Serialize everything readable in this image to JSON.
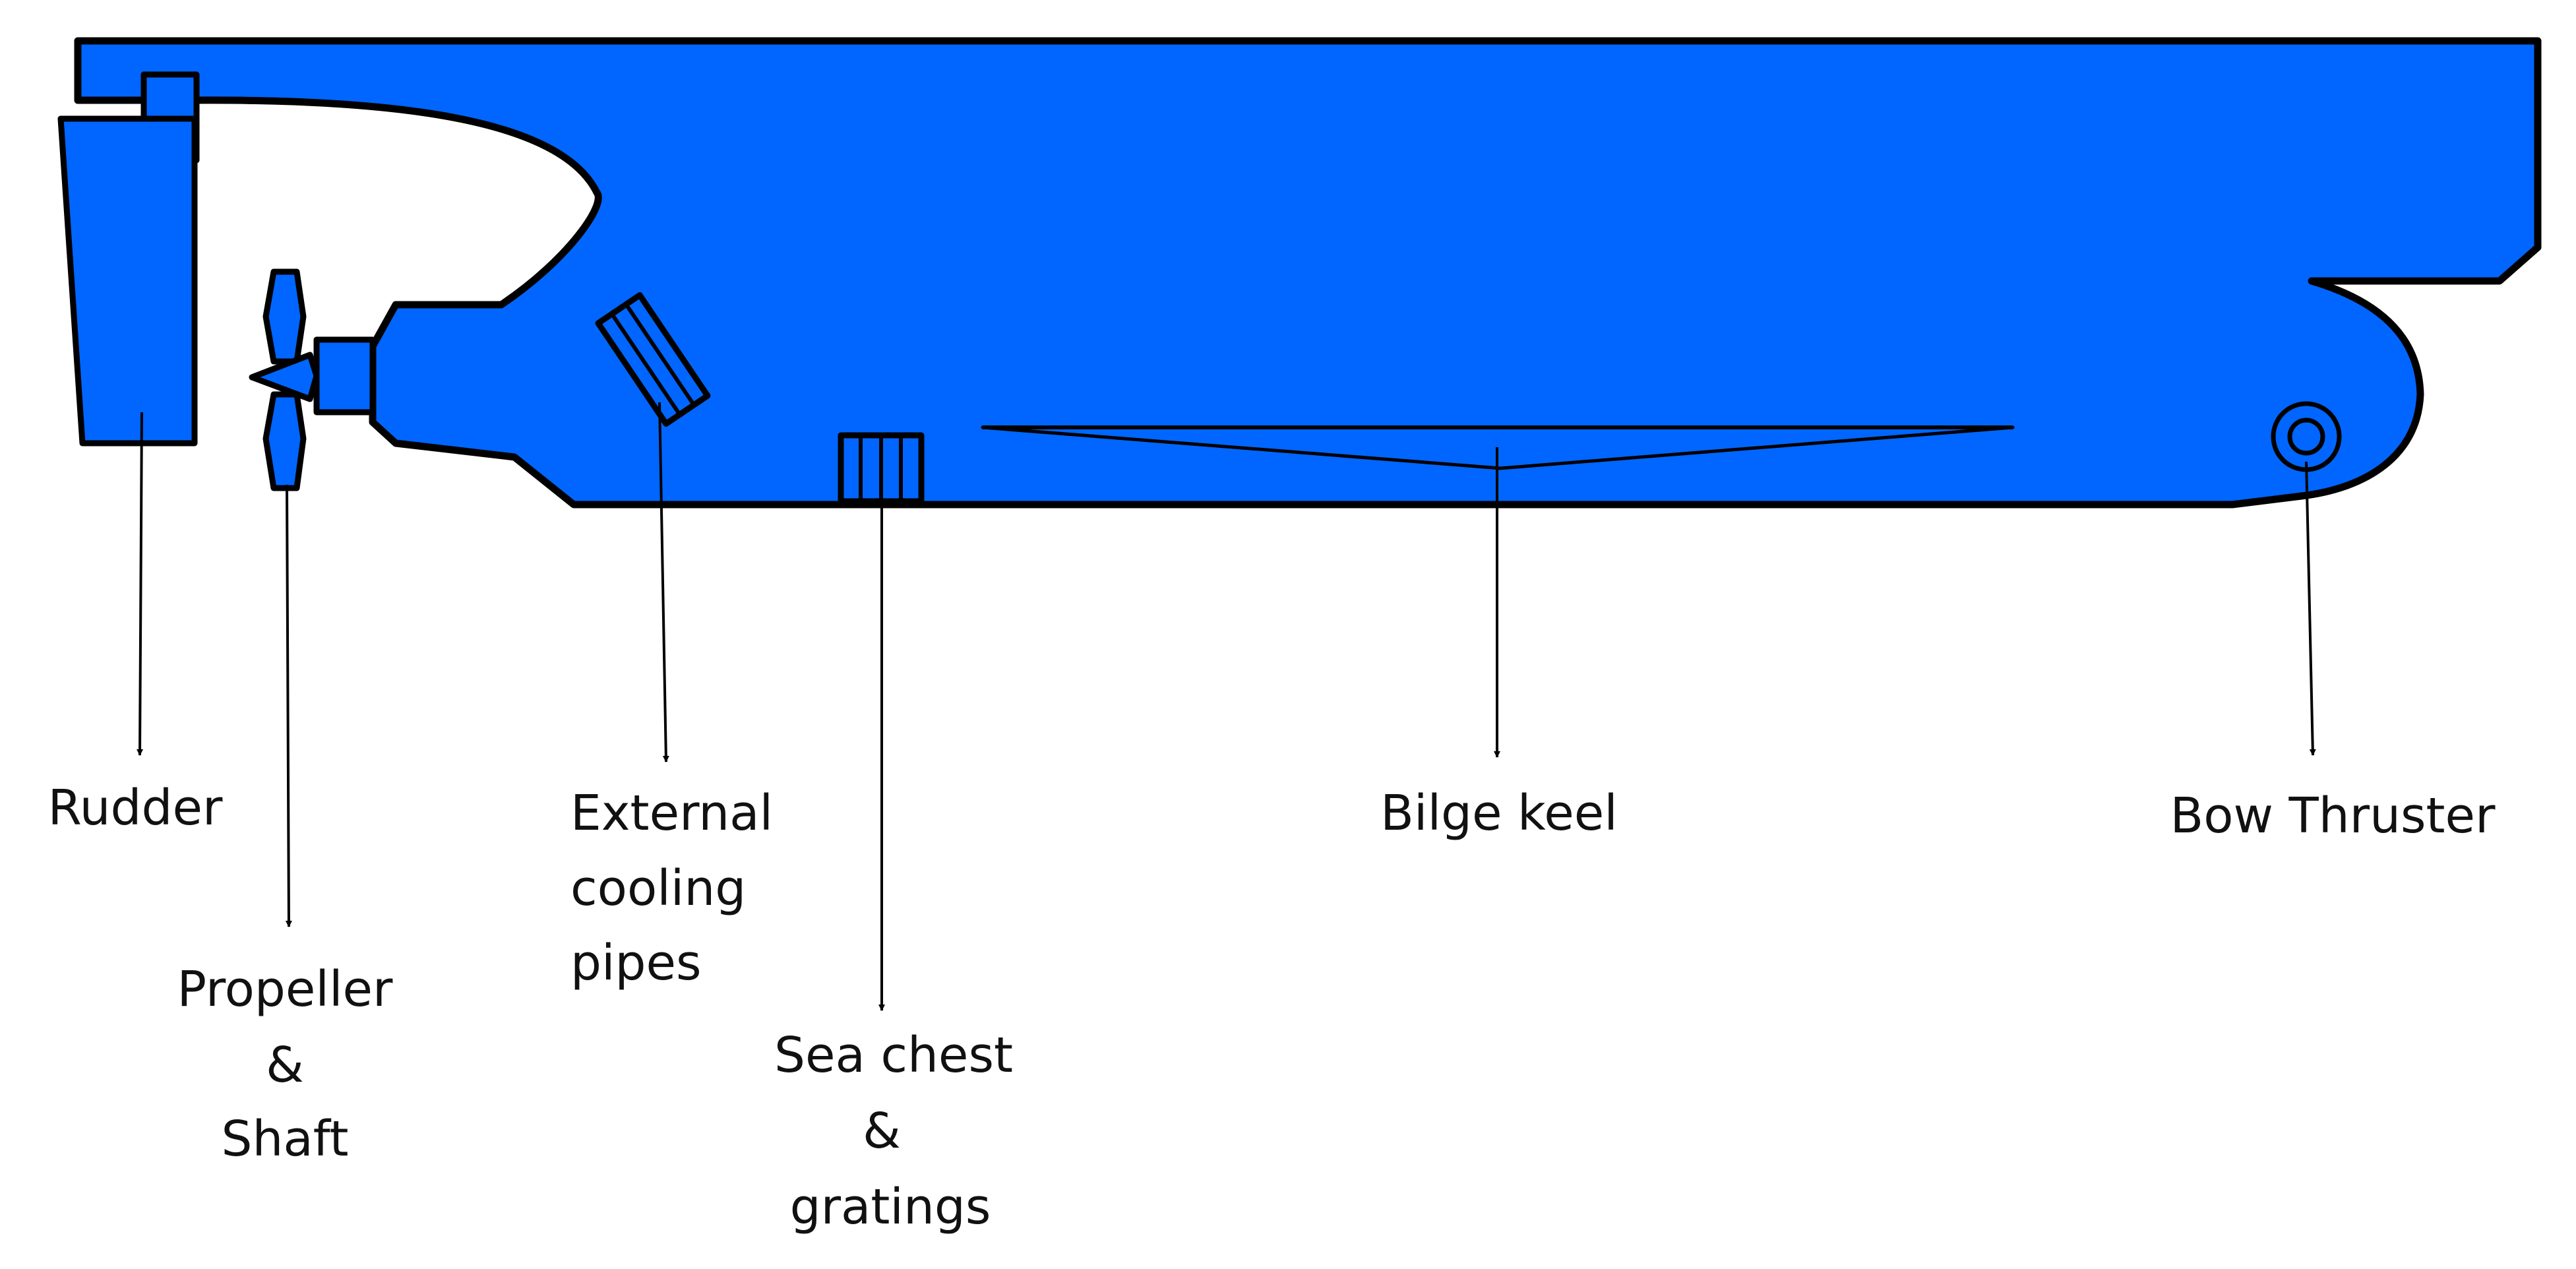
{
  "colors": {
    "hull_fill": "#0066ff",
    "outline": "#000000",
    "background": "#ffffff",
    "text": "#111111"
  },
  "labels": {
    "rudder": "Rudder",
    "propeller_line1": "Propeller",
    "propeller_line2": "&",
    "propeller_line3": "Shaft",
    "cooling_line1": "External",
    "cooling_line2": "cooling",
    "cooling_line3": "pipes",
    "seachest_line1": "Sea chest",
    "seachest_line2": "&",
    "seachest_line3": "gratings",
    "bilge_keel": "Bilge keel",
    "bow_thruster": "Bow Thruster"
  }
}
